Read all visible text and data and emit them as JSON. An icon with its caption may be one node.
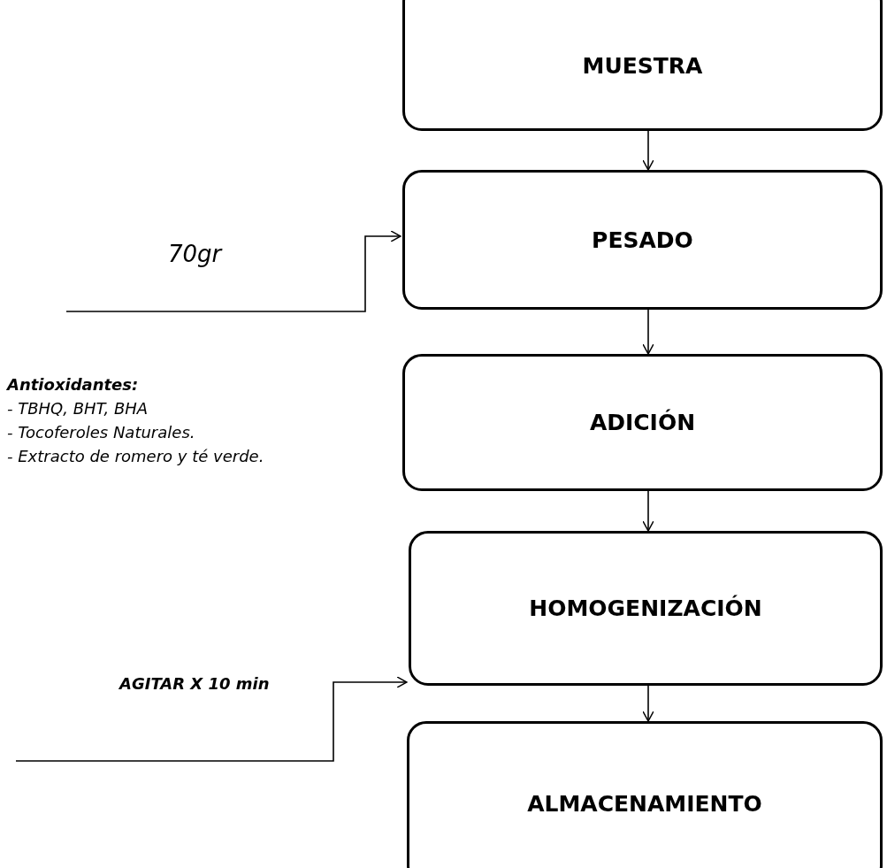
{
  "diagram": {
    "nodes": [
      {
        "text": [
          "MUESTRA"
        ]
      },
      {
        "text": [
          "PESADO"
        ]
      },
      {
        "text": [
          "ADICIÓN"
        ]
      },
      {
        "text": [
          "HOMOGENIZACIÓN"
        ]
      },
      {
        "text": [
          "ALMACENAMIENTO"
        ]
      }
    ],
    "edges": [
      {
        "from": 0,
        "to": 1,
        "arrow": "to"
      },
      {
        "from": 1,
        "to": 2,
        "arrow": "to"
      },
      {
        "from": 2,
        "to": 3,
        "arrow": "to"
      },
      {
        "from": 3,
        "to": 4,
        "arrow": "to"
      },
      {
        "from": null,
        "to": 1,
        "arrow": "to",
        "label": "70gr"
      },
      {
        "from": null,
        "to": 3,
        "arrow": "to",
        "label": "AGITAR X 10 min"
      }
    ],
    "labels": [
      "Antioxidantes:",
      "- TBHQ, BHT, BHA",
      "- Tocoferoles Naturales.",
      "- Extracto de romero y té verde."
    ]
  }
}
